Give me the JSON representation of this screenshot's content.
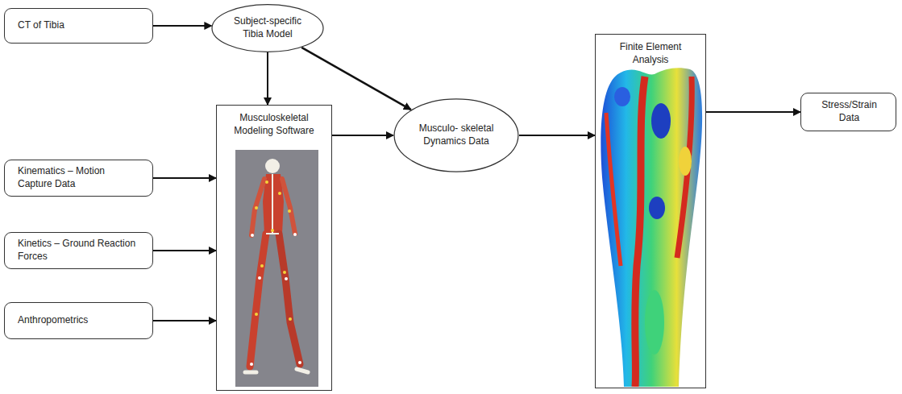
{
  "diagram": {
    "nodes": [
      {
        "text": [
          "CT of Tibia"
        ]
      },
      {
        "text": [
          "Subject-specific Tibia Model"
        ]
      },
      {
        "text": [
          "Kinematics – Motion Capture Data"
        ]
      },
      {
        "text": [
          "Kinetics – Ground Reaction Forces"
        ]
      },
      {
        "text": [
          "Anthropometrics"
        ]
      },
      {
        "text": [
          "Musculoskeletal Modeling Software"
        ]
      },
      {
        "text": [
          "Musculo- skeletal Dynamics Data"
        ]
      },
      {
        "text": [
          "Finite Element Analysis"
        ]
      },
      {
        "text": [
          "Stress/Strain Data"
        ]
      }
    ],
    "edges": [
      {
        "from": 0,
        "to": 1,
        "arrow": "to"
      },
      {
        "from": 1,
        "to": 5,
        "arrow": "to"
      },
      {
        "from": 1,
        "to": 6,
        "arrow": "to"
      },
      {
        "from": 2,
        "to": 5,
        "arrow": "to"
      },
      {
        "from": 3,
        "to": 5,
        "arrow": "to"
      },
      {
        "from": 4,
        "to": 5,
        "arrow": "to"
      },
      {
        "from": 5,
        "to": 6,
        "arrow": "to"
      },
      {
        "from": 6,
        "to": 7,
        "arrow": "to"
      },
      {
        "from": 7,
        "to": 8,
        "arrow": "to"
      }
    ]
  }
}
